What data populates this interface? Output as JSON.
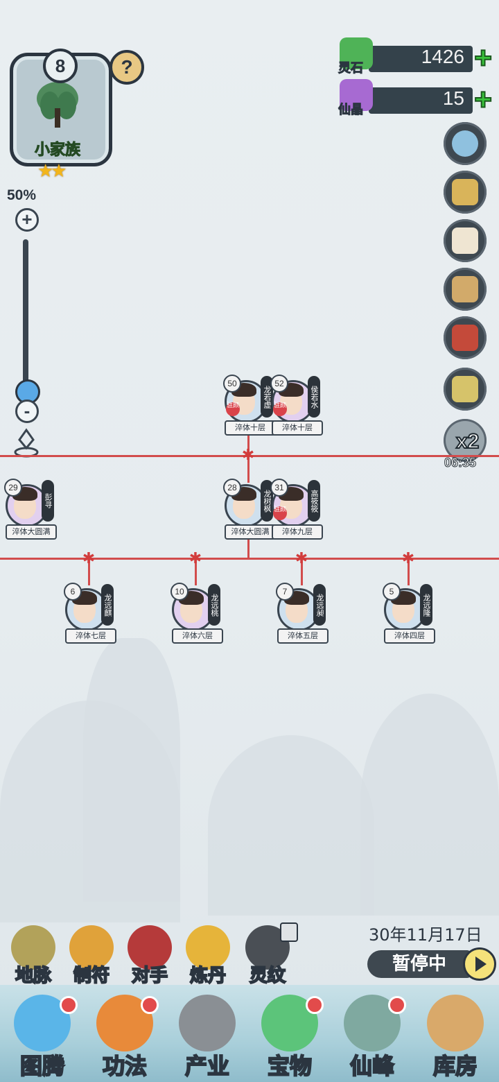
{
  "clan": {
    "level": "8",
    "name": "小家族",
    "stars": "★★",
    "help": "?"
  },
  "zoom": {
    "percent": "50%",
    "plus": "+",
    "minus": "-"
  },
  "currencies": [
    {
      "label": "灵石",
      "value": "1426",
      "color": "#4fb357"
    },
    {
      "label": "仙晶",
      "value": "15",
      "color": "#a76ad2"
    }
  ],
  "side_menu": [
    "gear-icon",
    "map-scroll-icon",
    "letter-icon",
    "scroll-icon",
    "book-icon",
    "plaque-icon"
  ],
  "speed": {
    "label": "x2",
    "timer": "06:35"
  },
  "family": {
    "gen1": [
      {
        "age": "50",
        "name": "龙若虚",
        "realm": "淬体十层",
        "seal": "驻颜",
        "gender": "m"
      },
      {
        "age": "52",
        "name": "侯若水",
        "realm": "淬体十层",
        "seal": "驻颜",
        "gender": "f"
      }
    ],
    "gen2": [
      {
        "age": "29",
        "name": "彭寻",
        "realm": "淬体大圆满",
        "seal": "",
        "gender": "f"
      },
      {
        "age": "28",
        "name": "龙树枫",
        "realm": "淬体大圆满",
        "seal": "",
        "gender": "m"
      },
      {
        "age": "31",
        "name": "高筱筱",
        "realm": "淬体九层",
        "seal": "驻颜",
        "gender": "f"
      }
    ],
    "gen3": [
      {
        "age": "6",
        "name": "龙远麒",
        "realm": "淬体七层",
        "gender": "m"
      },
      {
        "age": "10",
        "name": "龙远桃",
        "realm": "淬体六层",
        "gender": "f"
      },
      {
        "age": "7",
        "name": "龙远昶",
        "realm": "淬体五层",
        "gender": "m"
      },
      {
        "age": "5",
        "name": "龙远隆",
        "realm": "淬体四层",
        "gender": "m"
      }
    ]
  },
  "actions": [
    {
      "label": "地脉",
      "color": "#b2a25a"
    },
    {
      "label": "制符",
      "color": "#e0a23a"
    },
    {
      "label": "对手",
      "color": "#b53a3a"
    },
    {
      "label": "炼丹",
      "color": "#e6b43a"
    },
    {
      "label": "灵纹",
      "color": "#4a4f55"
    }
  ],
  "date": "30年11月17日",
  "pause": {
    "label": "暂停中"
  },
  "nav": [
    {
      "label": "图腾",
      "color": "#5ab5e8",
      "dot": true
    },
    {
      "label": "功法",
      "color": "#e88a3a",
      "dot": true
    },
    {
      "label": "产业",
      "color": "#8a8f94",
      "dot": false
    },
    {
      "label": "宝物",
      "color": "#5cc47a",
      "dot": true
    },
    {
      "label": "仙峰",
      "color": "#7fa9a0",
      "dot": true
    },
    {
      "label": "库房",
      "color": "#d9a96a",
      "dot": false
    }
  ]
}
